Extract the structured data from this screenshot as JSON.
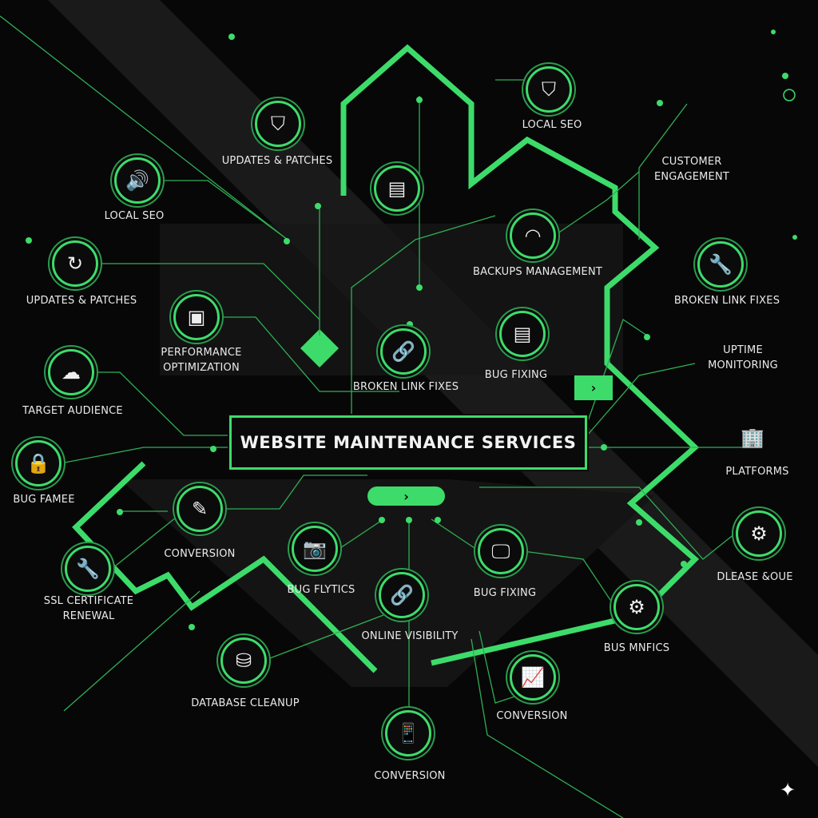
{
  "title": "WEBSITE MAINTENANCE SERVICES",
  "accent_color": "#3ddc6a",
  "arrow_glyph": "›",
  "sparkle_glyph": "✦",
  "nodes": [
    {
      "label": "UPDATES & PATCHES",
      "icon": "shield-icon",
      "glyph": "⛉"
    },
    {
      "label": "LOCAL SEO",
      "icon": "shield-icon",
      "glyph": "⛉"
    },
    {
      "label": "LOCAL SEO",
      "icon": "speaker-icon",
      "glyph": "🔊"
    },
    {
      "label": "",
      "icon": "tablet-icon",
      "glyph": "▤"
    },
    {
      "label": "BACKUPS MANAGEMENT",
      "icon": "gauge-icon",
      "glyph": "◠"
    },
    {
      "label": "CUSTOMER\nENGAGEMENT",
      "icon": "",
      "glyph": ""
    },
    {
      "label": "UPDATES & PATCHES",
      "icon": "refresh-icon",
      "glyph": "↻"
    },
    {
      "label": "BROKEN LINK FIXES",
      "icon": "wrench-icon",
      "glyph": "🔧"
    },
    {
      "label": "PERFORMANCE\nOPTIMIZATION",
      "icon": "safe-icon",
      "glyph": "▣"
    },
    {
      "label": "BROKEN LINK FIXES",
      "icon": "link-icon",
      "glyph": "🔗"
    },
    {
      "label": "BUG FIXING",
      "icon": "document-icon",
      "glyph": "▤"
    },
    {
      "label": "UPTIME\nMONITORING",
      "icon": "",
      "glyph": ""
    },
    {
      "label": "TARGET AUDIENCE",
      "icon": "cloud-icon",
      "glyph": "☁"
    },
    {
      "label": "PLATFORMS",
      "icon": "building-icon",
      "glyph": "🏢"
    },
    {
      "label": "BUG FAMEE",
      "icon": "lock-icon",
      "glyph": "🔒"
    },
    {
      "label": "CONVERSION",
      "icon": "document-pen-icon",
      "glyph": "✎"
    },
    {
      "label": "DLEASE &OUE",
      "icon": "gear-icon",
      "glyph": "⚙"
    },
    {
      "label": "SSL CERTIFICATE\nRENEWAL",
      "icon": "wrench-icon",
      "glyph": "🔧"
    },
    {
      "label": "BUG FLYTICS",
      "icon": "camera-icon",
      "glyph": "📷"
    },
    {
      "label": "BUG FIXING",
      "icon": "monitor-chart-icon",
      "glyph": "🖵"
    },
    {
      "label": "ONLINE VISIBILITY",
      "icon": "link-icon",
      "glyph": "🔗"
    },
    {
      "label": "BUS MNFICS",
      "icon": "gear-icon",
      "glyph": "⚙"
    },
    {
      "label": "DATABASE CLEANUP",
      "icon": "database-icon",
      "glyph": "⛁"
    },
    {
      "label": "CONVERSION",
      "icon": "bar-chart-icon",
      "glyph": "📈"
    },
    {
      "label": "CONVERSION",
      "icon": "smartphone-icon",
      "glyph": "📱"
    }
  ]
}
